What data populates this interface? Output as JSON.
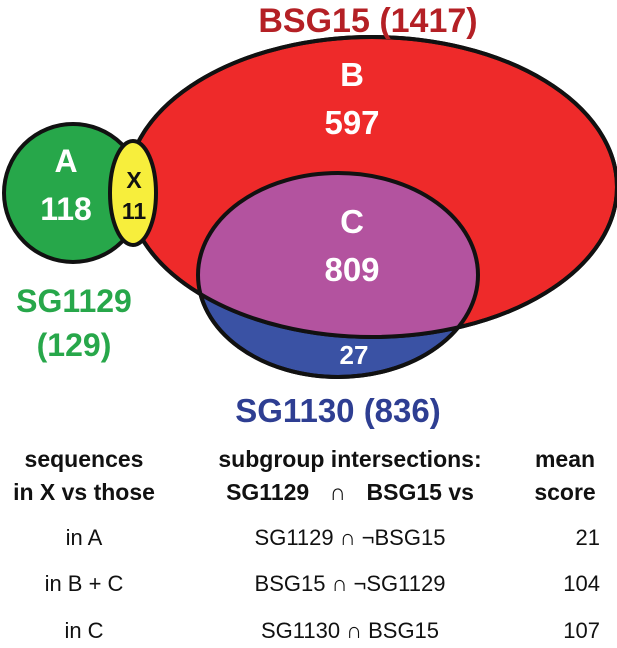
{
  "venn": {
    "bsg15": {
      "title": "BSG15 (1417)",
      "color": "#EE2A2A"
    },
    "sg1129": {
      "title_line1": "SG1129",
      "title_line2": "(129)",
      "color": "#27A74A"
    },
    "sg1130": {
      "title": "SG1130 (836)",
      "color": "#3A52A4"
    },
    "regions": {
      "A": {
        "letter": "A",
        "count": "118"
      },
      "B": {
        "letter": "B",
        "count": "597"
      },
      "C": {
        "letter": "C",
        "count": "809",
        "color": "#B3539F"
      },
      "X": {
        "letter": "X",
        "count": "11",
        "color": "#F7EE3C"
      },
      "sg1130_only": {
        "count": "27"
      }
    }
  },
  "table": {
    "headers": {
      "col1_line1": "sequences",
      "col1_line2": "in X vs those",
      "col2_line1": "subgroup intersections:",
      "col2_line2a": "SG1129",
      "col2_op": "∩",
      "col2_line2b": "BSG15 vs",
      "col3_line1": "mean",
      "col3_line2": "score"
    },
    "rows": [
      {
        "label": "in A",
        "intersection": "SG1129 ∩ ¬BSG15",
        "score": "21"
      },
      {
        "label": "in B + C",
        "intersection": "BSG15 ∩ ¬SG1129",
        "score": "104"
      },
      {
        "label": "in C",
        "intersection": "SG1130 ∩ BSG15",
        "score": "107"
      }
    ]
  }
}
